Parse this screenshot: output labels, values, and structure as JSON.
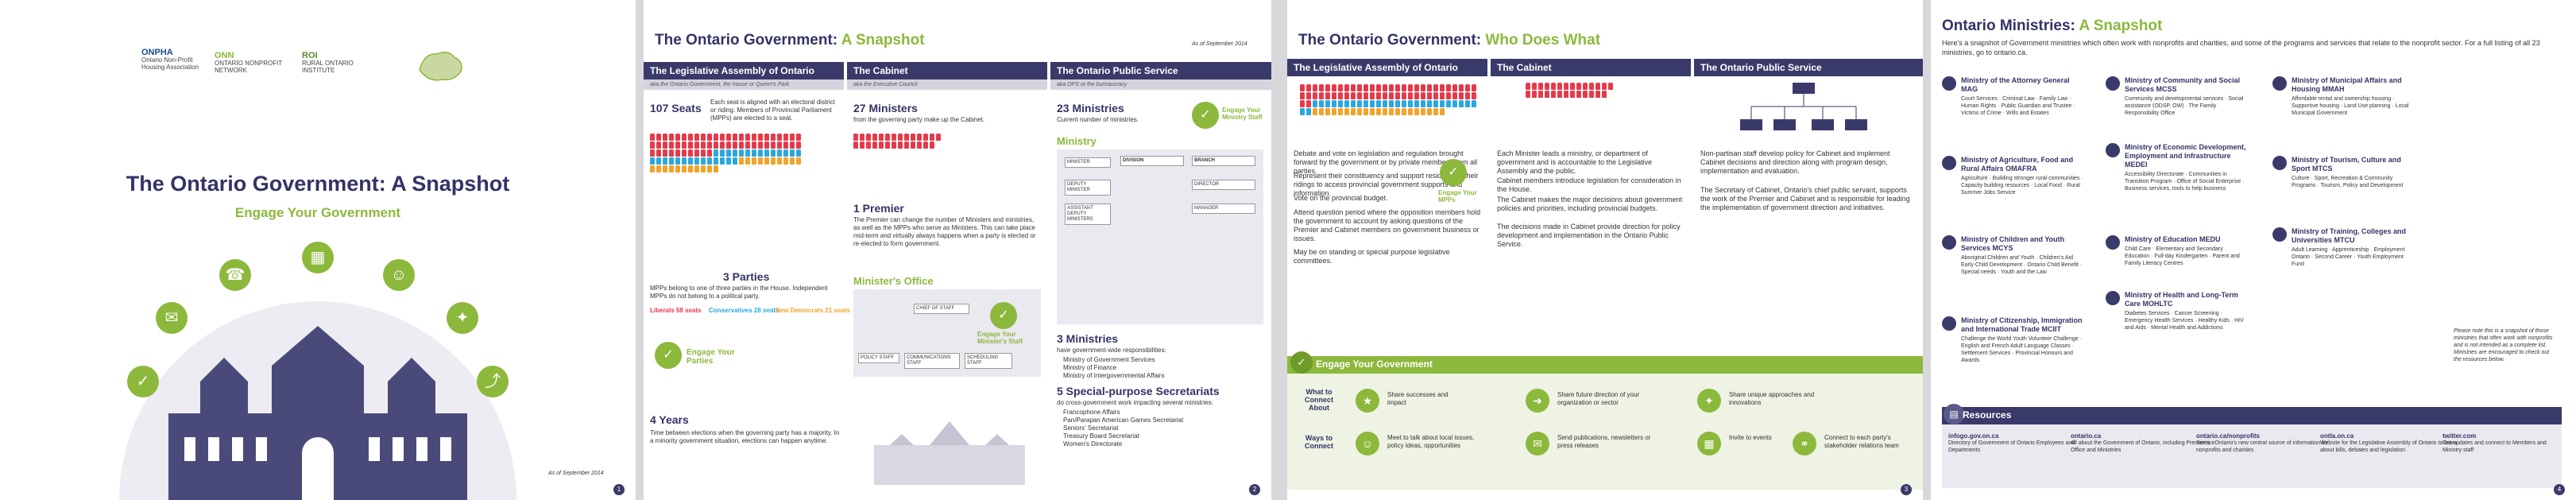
{
  "colors": {
    "navy": "#333366",
    "header": "#3a3a6a",
    "green": "#8cb83c",
    "red": "#e53a4a",
    "blue": "#2aa7e0",
    "orange": "#f3a32a",
    "grey": "#bbbbbb"
  },
  "page1": {
    "logos": [
      {
        "mark": "ONPHA",
        "text": "Ontario Non-Profit Housing Association"
      },
      {
        "mark": "ONN",
        "text": "ONTARIO NONPROFIT NETWORK"
      },
      {
        "mark": "ROI",
        "text": "RURAL ONTARIO INSTITUTE"
      }
    ],
    "title": "The Ontario Government: A Snapshot",
    "subtitle": "Engage Your Government",
    "date": "As of September 2014",
    "page_number": "1"
  },
  "page2": {
    "title_main": "The Ontario Government: ",
    "title_accent": "A Snapshot",
    "date": "As of September 2014",
    "page_number": "2",
    "col1": {
      "heading": "The Legislative Assembly of Ontario",
      "subheading": "aka the Ontario Government, the house or Queen's Park",
      "seats_num": "107 Seats",
      "seats_text": "Each seat is aligned with an electoral district or riding. Members of Provincial Parliament (MPPs) are elected to a seat.",
      "parties_num": "3 Parties",
      "parties_text": "MPPs belong to one of three parties in the House. Independent MPPs do not belong to a political party.",
      "legend": [
        "Liberals 58 seats",
        "Conservatives 28 seats",
        "New Democrats 21 seats"
      ],
      "engage": "Engage Your Parties",
      "years_num": "4 Years",
      "years_text": "Time between elections when the governing party has a majority. In a minority government situation, elections can happen anytime."
    },
    "col2": {
      "heading": "The Cabinet",
      "subheading": "aka the Executive Council",
      "ministers_num": "27 Ministers",
      "ministers_text": "from the governing party make up the Cabinet.",
      "premier_num": "1 Premier",
      "premier_text": "The Premier can change the number of Ministers and ministries, as well as the MPPs who serve as Ministers. This can take place mid-term and virtually always happens when a party is elected or re-elected to form government.",
      "office_label": "Minister's Office",
      "engage": "Engage Your Minister's Staff",
      "office_roles": [
        "CHIEF OF STAFF",
        "POLICY STAFF",
        "COMMUNICATIONS STAFF",
        "SCHEDULING STAFF"
      ]
    },
    "col3": {
      "heading": "The Ontario Public Service",
      "subheading": "aka OPS or the bureaucracy",
      "ministries_num": "23 Ministries",
      "ministries_text": "Current number of ministries.",
      "engage": "Engage Your Ministry Staff",
      "ministry_label": "Ministry",
      "roles": [
        "MINISTER",
        "DEPUTY MINISTER",
        "ASSISTANT DEPUTY MINISTERS",
        "DIRECTOR",
        "MANAGER"
      ],
      "division": "DIVISION",
      "branch": "BRANCH",
      "three_num": "3 Ministries",
      "three_text": "have government-wide responsibilities:",
      "three_list": [
        "Ministry of Government Services",
        "Ministry of Finance",
        "Ministry of Intergovernmental Affairs"
      ],
      "five_num": "5 Special-purpose Secretariats",
      "five_text": "do cross-government work impacting several ministries:",
      "five_list": [
        "Francophone Affairs",
        "Pan/Parapan American Games Secretariat",
        "Seniors' Secretariat",
        "Treasury Board Secretariat",
        "Women's Directorate"
      ]
    }
  },
  "page3": {
    "title_main": "The Ontario Government: ",
    "title_accent": "Who Does What",
    "page_number": "3",
    "col1": {
      "heading": "The Legislative Assembly of Ontario",
      "paras": [
        "Debate and vote on legislation and regulation brought forward by the government or by private members from all parties.",
        "Represent their constituency and support residents in their ridings to access provincial government supports and information.",
        "Vote on the provincial budget.",
        "Attend question period where the opposition members hold the government to account by asking questions of the Premier and Cabinet members on government business or issues.",
        "May be on standing or special purpose legislative committees."
      ],
      "engage": "Engage Your MPPs"
    },
    "col2": {
      "heading": "The Cabinet",
      "paras": [
        "Each Minister leads a ministry, or department of government and is accountable to the Legislative Assembly and the public.",
        "Cabinet members introduce legislation for consideration in the House.",
        "The Cabinet makes the major decisions about government policies and priorities, including provincial budgets.",
        "The decisions made in Cabinet provide direction for policy development and implementation in the Ontario Public Service."
      ]
    },
    "col3": {
      "heading": "The Ontario Public Service",
      "paras": [
        "Non-partisan staff develop policy for Cabinet and implement Cabinet decisions and direction along with program design, implementation and evaluation.",
        "The Secretary of Cabinet, Ontario's chief public servant, supports the work of the Premier and Cabinet and is responsible for leading the implementation of government direction and initiatives."
      ]
    },
    "connect": {
      "title": "Engage Your Government",
      "what_label": "What to Connect About",
      "ways_label": "Ways to Connect",
      "what_items": [
        "Share successes and impact",
        "Share future direction of your organization or sector",
        "Share unique approaches and innovations"
      ],
      "ways_items": [
        "Meet to talk about local issues, policy ideas, opportunities",
        "Send publications, newsletters or press releases",
        "Invite to events",
        "Connect to each party's stakeholder relations team"
      ]
    }
  },
  "page4": {
    "title_main": "Ontario Ministries: ",
    "title_accent": "A Snapshot",
    "intro": "Here's a snapshot of Government ministries which often work with nonprofits and charities, and some of the programs and services that relate to the nonprofit sector. For a full listing of all 23 ministries, go to ontario.ca.",
    "page_number": "4",
    "ministries": [
      {
        "name": "Ministry of the Attorney General MAG",
        "items": "Court Services · Criminal Law · Family Law · Human Rights · Public Guardian and Trustee · Victims of Crime · Wills and Estates"
      },
      {
        "name": "Ministry of Agriculture, Food and Rural Affairs OMAFRA",
        "items": "Agriculture · Building stronger rural communities · Capacity building resources · Local Food · Rural Summer Jobs Service"
      },
      {
        "name": "Ministry of Children and Youth Services MCYS",
        "items": "Aboriginal Children and Youth · Children's Aid · Early Child Development · Ontario Child Benefit · Special needs · Youth and the Law"
      },
      {
        "name": "Ministry of Citizenship, Immigration and International Trade MCIIT",
        "items": "Challenge the World Youth Volunteer Challenge · English and French Adult Language Classes · Settlement Services · Provincial Honours and Awards"
      },
      {
        "name": "Ministry of Community and Social Services MCSS",
        "items": "Community and developmental services · Social assistance (ODSP, OW) · The Family Responsibility Office"
      },
      {
        "name": "Ministry of Economic Development, Employment and Infrastructure MEDEI",
        "items": "Accessibility Directorate · Communities in Transition Program · Office of Social Enterprise · Business services, tools to help business"
      },
      {
        "name": "Ministry of Education MEDU",
        "items": "Child Care · Elementary and Secondary Education · Full-day Kindergarten · Parent and Family Literacy Centres"
      },
      {
        "name": "Ministry of Health and Long-Term Care MOHLTC",
        "items": "Diabetes Services · Cancer Screening · Emergency Health Services · Healthy Kids · HIV and Aids · Mental Health and Addictions"
      },
      {
        "name": "Ministry of Municipal Affairs and Housing MMAH",
        "items": "Affordable rental and ownership housing · Supportive housing · Land Use planning · Local Municipal Government"
      },
      {
        "name": "Ministry of Tourism, Culture and Sport MTCS",
        "items": "Culture · Sport, Recreation & Community Programs · Tourism, Policy and Development"
      },
      {
        "name": "Ministry of Training, Colleges and Universities MTCU",
        "items": "Adult Learning · Apprenticeship · Employment Ontario · Second Career · Youth Employment Fund"
      }
    ],
    "note": "Please note this is a snapshot of those ministries that often work with nonprofits and is not intended as a complete list. Ministries are encouraged to check out the resources below.",
    "resources_title": "Resources",
    "resources": [
      {
        "url": "infogo.gov.on.ca",
        "text": "Directory of Government of Ontario Employees and Departments"
      },
      {
        "url": "ontario.ca",
        "text": "All about the Government of Ontario, including Premier's Office and Ministries"
      },
      {
        "url": "ontario.ca/nonprofits",
        "text": "ServiceOntario's new central source of information for nonprofits and charities"
      },
      {
        "url": "ontla.on.ca",
        "text": "Website for the Legislative Assembly of Ontario to learn about bills, debates and legislation"
      },
      {
        "url": "twitter.com",
        "text": "Get updates and connect to Members and Ministry staff"
      }
    ]
  }
}
